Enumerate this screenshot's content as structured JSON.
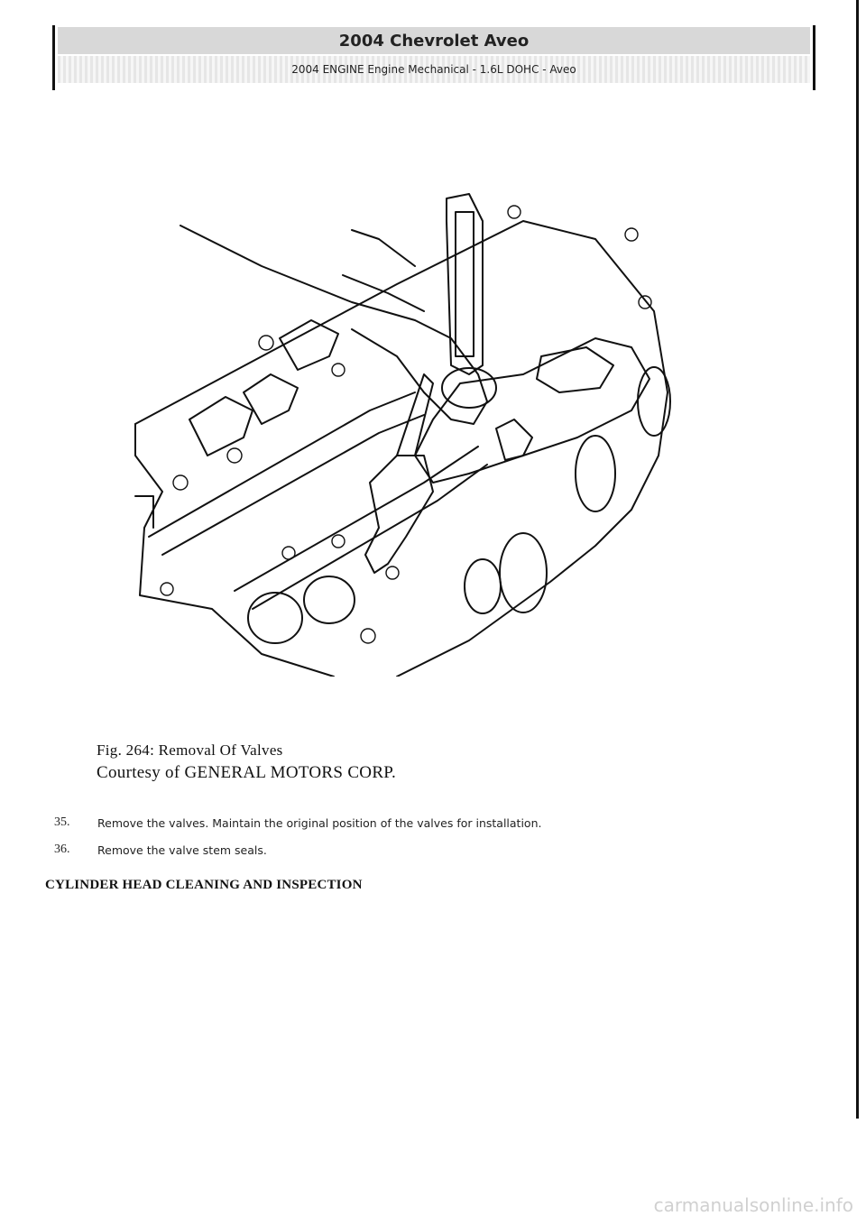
{
  "header": {
    "title": "2004 Chevrolet Aveo",
    "subtitle": "2004 ENGINE Engine Mechanical - 1.6L DOHC - Aveo"
  },
  "figure": {
    "caption": "Fig. 264: Removal Of Valves",
    "courtesy": "Courtesy of GENERAL MOTORS CORP."
  },
  "steps": [
    {
      "num": "35.",
      "text": "Remove the valves. Maintain the original position of the valves for installation."
    },
    {
      "num": "36.",
      "text": "Remove the valve stem seals."
    }
  ],
  "section_title": "CYLINDER HEAD CLEANING AND INSPECTION",
  "watermark": "carmanualsonline.info"
}
